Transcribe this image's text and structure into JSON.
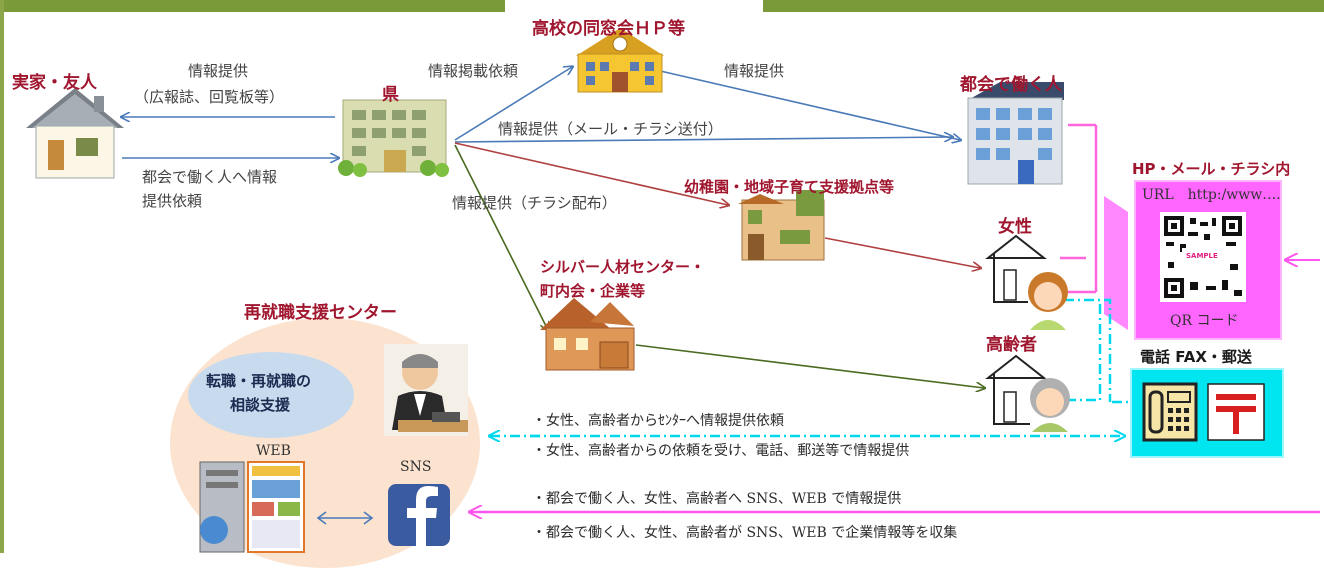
{
  "nodes": {
    "jikka": "実家・友人",
    "ken": "県",
    "koukou": "高校の同窓会ＨＰ等",
    "tokai": "都会で働く人",
    "youchien": "幼稚園・地域子育て支援拠点等",
    "silver_line1": "シルバー人材センター・",
    "silver_line2": "町内会・企業等",
    "josei": "女性",
    "koureisha": "高齢者",
    "saishushoku": "再就職支援センター",
    "consult_line1": "転職・再就職の",
    "consult_line2": "相談支援",
    "web": "WEB",
    "sns": "SNS"
  },
  "edges": {
    "info_provide": "情報提供",
    "info_provide_paren": "（広報誌、回覧板等）",
    "request_line1": "都会で働く人へ情報",
    "request_line2": "提供依頼",
    "posting_request": "情報掲載依頼",
    "info_provide2": "情報提供",
    "mail_flyer": "情報提供（メール・チラシ送付）",
    "flyer_distribution": "情報提供（チラシ配布）"
  },
  "right_panel": {
    "hp_title": "HP・メール・チラシ内",
    "url": "URL　http:/www….",
    "qr_label": "QR コード",
    "qr_sample": "SAMPLE",
    "tel_title": "電話 FAX・郵送"
  },
  "notes": {
    "line1": "・女性、高齢者からｾﾝﾀｰへ情報提供依頼",
    "line2": "・女性、高齢者からの依頼を受け、電話、郵送等で情報提供",
    "line3": "・都会で働く人、女性、高齢者へ SNS、WEB で情報提供",
    "line4": "・都会で働く人、女性、高齢者が SNS、WEB で企業情報等を収集"
  },
  "colors": {
    "title_red": "#a0162f",
    "blue_arrow": "#4a7ab8",
    "red_arrow": "#b04040",
    "green_arrow": "#4a6a20",
    "magenta": "#ff66ff",
    "cyan": "#00e6f0"
  }
}
